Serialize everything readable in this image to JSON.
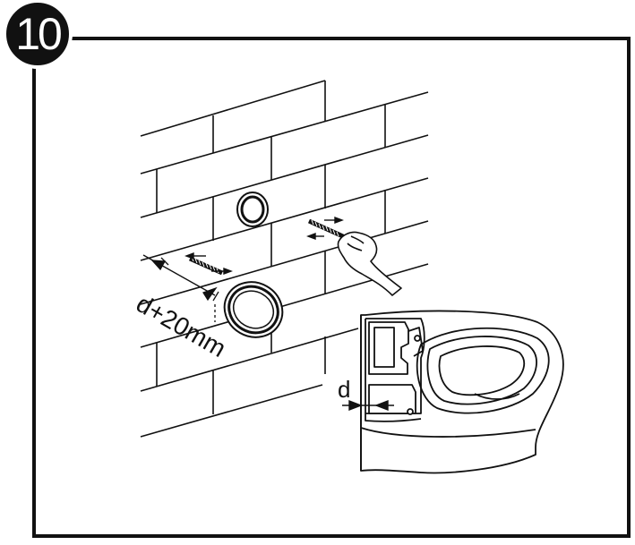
{
  "step": {
    "number": "10"
  },
  "labels": {
    "wall_offset": "d+20mm",
    "depth": "d"
  },
  "colors": {
    "ink": "#111111",
    "badge_fill": "#111111",
    "badge_text": "#ffffff",
    "paper": "#ffffff"
  }
}
